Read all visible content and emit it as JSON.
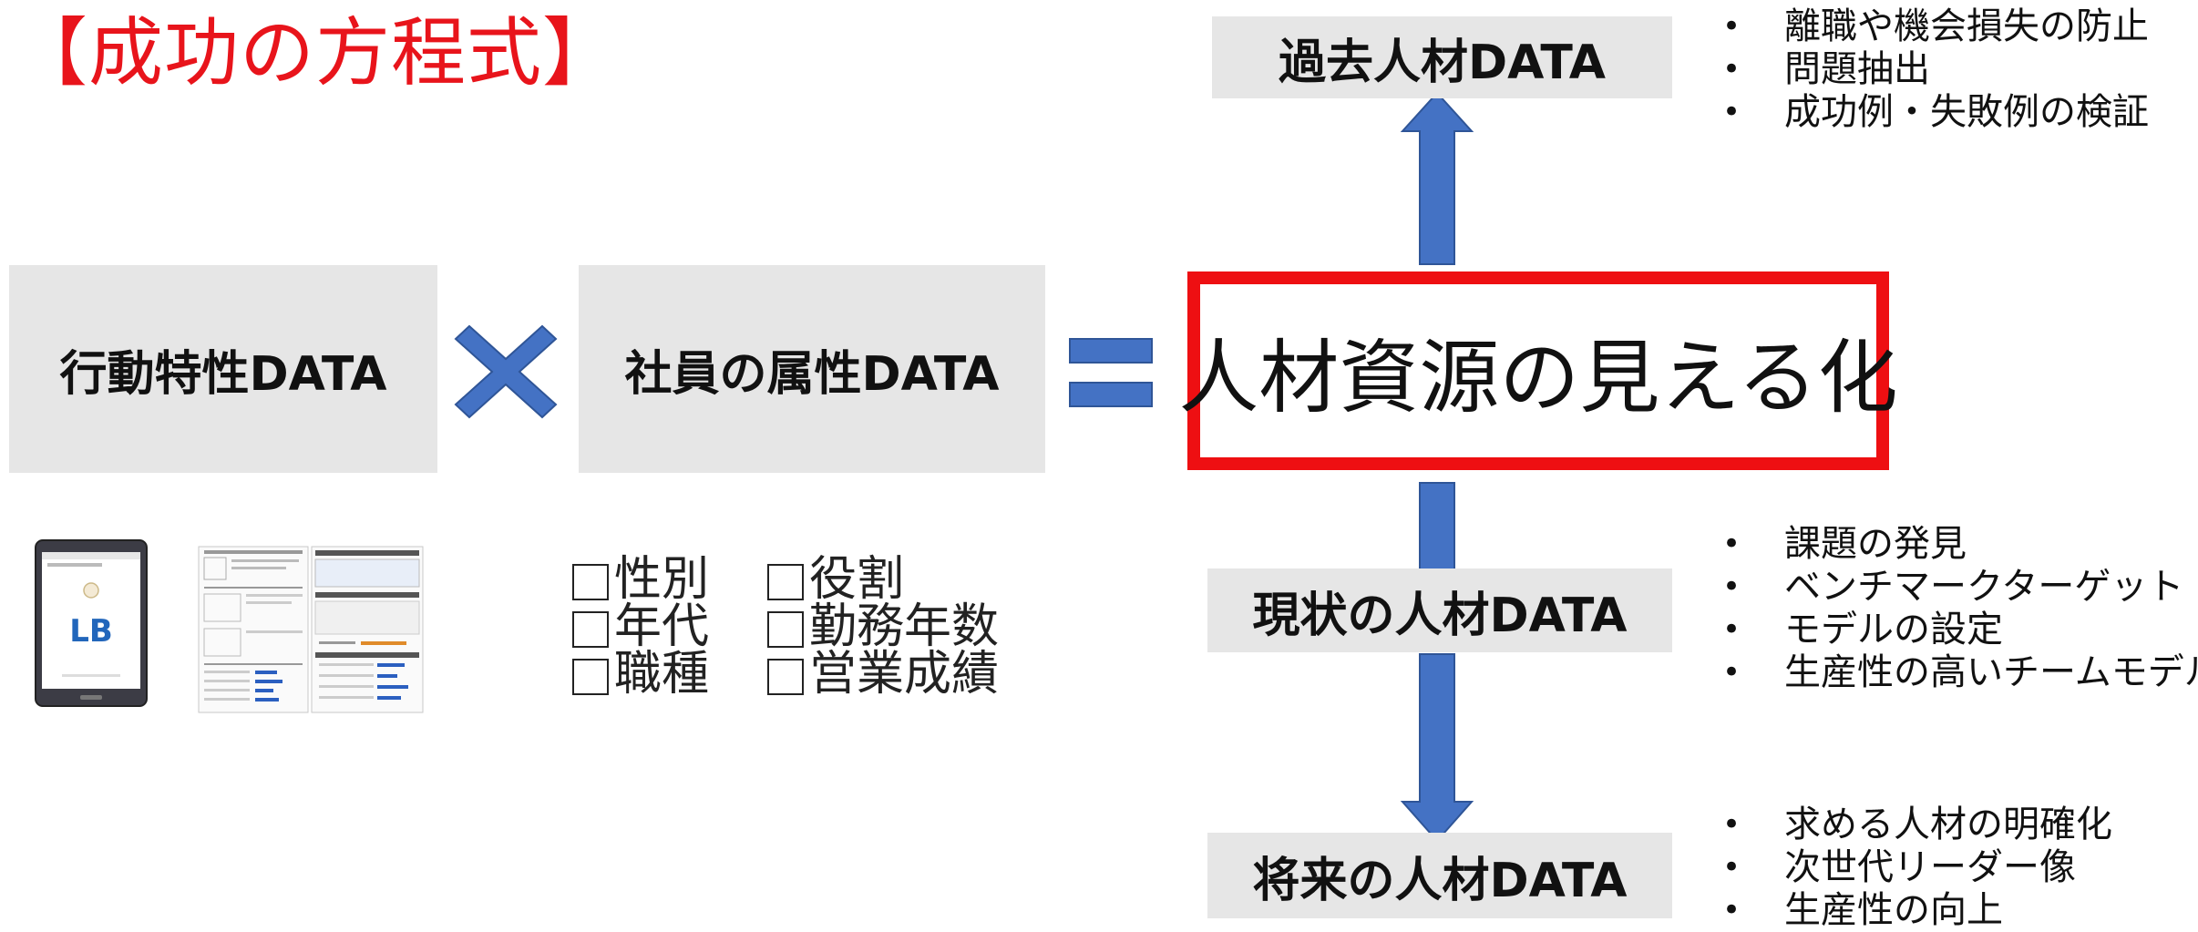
{
  "title": "【成功の方程式】",
  "behavior_box": "行動特性DATA",
  "attribute_box": "社員の属性DATA",
  "result_box": "人材資源の見える化",
  "attributes": {
    "col1": [
      "性別",
      "年代",
      "職種"
    ],
    "col2": [
      "役割",
      "勤務年数",
      "営業成績"
    ]
  },
  "past": {
    "label": "過去人材DATA",
    "bullets": [
      "離職や機会損失の防止",
      "問題抽出",
      "成功例・失敗例の検証"
    ]
  },
  "present": {
    "label": "現状の人材DATA",
    "bullets": [
      "課題の発見",
      "ベンチマークターゲット",
      "モデルの設定",
      "生産性の高いチームモデル"
    ]
  },
  "future": {
    "label": "将来の人材DATA",
    "bullets": [
      "求める人材の明確化",
      "次世代リーダー像",
      "生産性の向上"
    ]
  },
  "colors": {
    "title_red": "#e8141b",
    "result_border": "#ee0f12",
    "accent_blue": "#4472c4",
    "box_gray": "#e6e6e6"
  },
  "icons": [
    "multiply-icon",
    "equals-icon",
    "tablet-icon",
    "report-thumbnail-icon",
    "up-arrow-icon",
    "down-arrow-icon"
  ]
}
